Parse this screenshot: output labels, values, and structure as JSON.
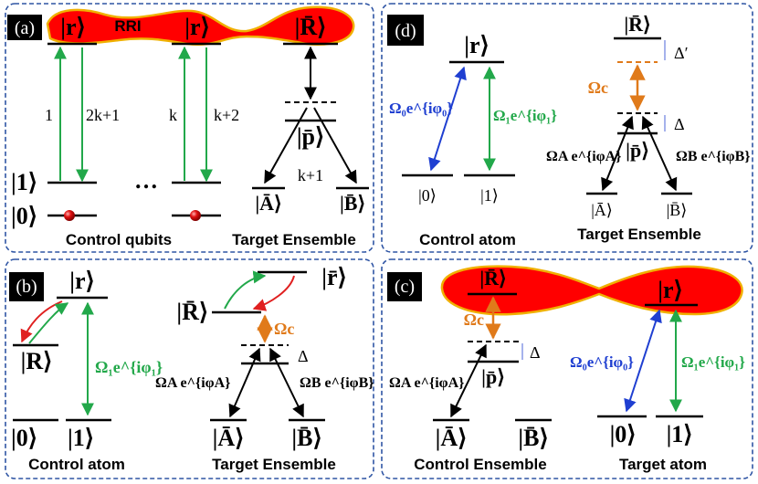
{
  "panel_a": {
    "label": "(a)",
    "rri": "RRI",
    "ket_r": "|r⟩",
    "ket_R_bar": "|R̄⟩",
    "ket_p_bar": "|p̄⟩",
    "ket_1": "|1⟩",
    "ket_0": "|0⟩",
    "ket_A_bar": "|Ā⟩",
    "ket_B_bar": "|B̄⟩",
    "label_1": "1",
    "label_2k1": "2k+1",
    "label_k": "k",
    "label_k2": "k+2",
    "label_k1": "k+1",
    "ellipsis": "…",
    "caption_control": "Control qubits",
    "caption_target": "Target Ensemble",
    "colors": {
      "up": "#22a84a",
      "blob": "#ff0000",
      "border": "#f0b000",
      "atom": "#e01010"
    }
  },
  "panel_b": {
    "label": "(b)",
    "ket_r": "|r⟩",
    "ket_R": "|R⟩",
    "ket_0": "|0⟩",
    "ket_1": "|1⟩",
    "ket_R_bar": "|R̄⟩",
    "ket_r_bar": "|r̄⟩",
    "ket_A_bar": "|Ā⟩",
    "ket_B_bar": "|B̄⟩",
    "omega1": "Ω₁e^{iφ₁}",
    "omegaC": "Ωc",
    "delta": "Δ",
    "omegaA": "ΩA e^{iφA}",
    "omegaB": "ΩB e^{iφB}",
    "caption_control": "Control atom",
    "caption_target": "Target Ensemble"
  },
  "panel_c": {
    "label": "(c)",
    "ket_R_bar": "|R̄⟩",
    "ket_r": "|r⟩",
    "ket_p_bar": "|p̄⟩",
    "ket_A_bar": "|Ā⟩",
    "ket_B_bar": "|B̄⟩",
    "ket_0": "|0⟩",
    "ket_1": "|1⟩",
    "omegaC": "Ωc",
    "delta": "Δ",
    "omegaA": "ΩA e^{iφA}",
    "omega0": "Ω₀e^{iφ₀}",
    "omega1": "Ω₁e^{iφ₁}",
    "caption_control": "Control Ensemble",
    "caption_target": "Target atom"
  },
  "panel_d": {
    "label": "(d)",
    "ket_r": "|r⟩",
    "ket_0": "|0⟩",
    "ket_1": "|1⟩",
    "ket_R_bar": "|R̄⟩",
    "ket_p_bar": "|p̄⟩",
    "ket_A_bar": "|Ā⟩",
    "ket_B_bar": "|B̄⟩",
    "omega0": "Ω₀e^{iφ₀}",
    "omega1": "Ω₁e^{iφ₁}",
    "omegaC": "Ωc",
    "delta": "Δ",
    "delta_prime": "Δ′",
    "omegaA": "ΩA e^{iφA}",
    "omegaB": "ΩB e^{iφB}",
    "caption_control": "Control atom",
    "caption_target": "Target Ensemble",
    "colors": {
      "blue": "#1f3fd1",
      "green": "#22a84a",
      "orange": "#e07a1a",
      "red": "#e02020"
    }
  }
}
